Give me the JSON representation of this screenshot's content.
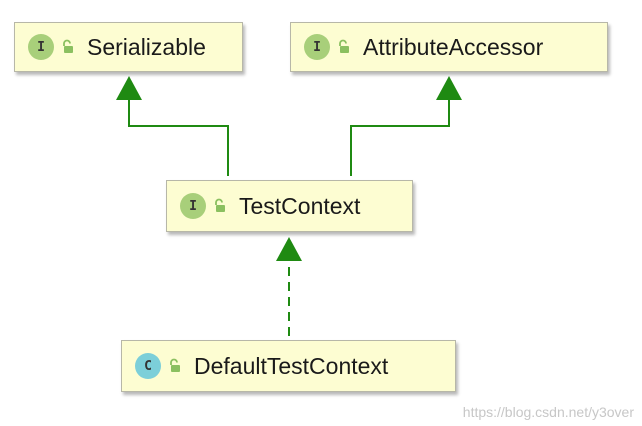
{
  "nodes": {
    "serializable": {
      "kind": "interface",
      "badge": "I",
      "name": "Serializable"
    },
    "attribute_accessor": {
      "kind": "interface",
      "badge": "I",
      "name": "AttributeAccessor"
    },
    "test_context": {
      "kind": "interface",
      "badge": "I",
      "name": "TestContext"
    },
    "default_test_context": {
      "kind": "class",
      "badge": "C",
      "name": "DefaultTestContext"
    }
  },
  "edges": [
    {
      "from": "test_context",
      "to": "serializable",
      "type": "extends",
      "style": "solid"
    },
    {
      "from": "test_context",
      "to": "attribute_accessor",
      "type": "extends",
      "style": "solid"
    },
    {
      "from": "default_test_context",
      "to": "test_context",
      "type": "implements",
      "style": "dashed"
    }
  ],
  "colors": {
    "node_fill": "#fdfdd2",
    "edge": "#1f8a12",
    "interface_badge": "#a8cf7a",
    "class_badge": "#7ccfd9"
  },
  "watermark": "https://blog.csdn.net/y3over"
}
